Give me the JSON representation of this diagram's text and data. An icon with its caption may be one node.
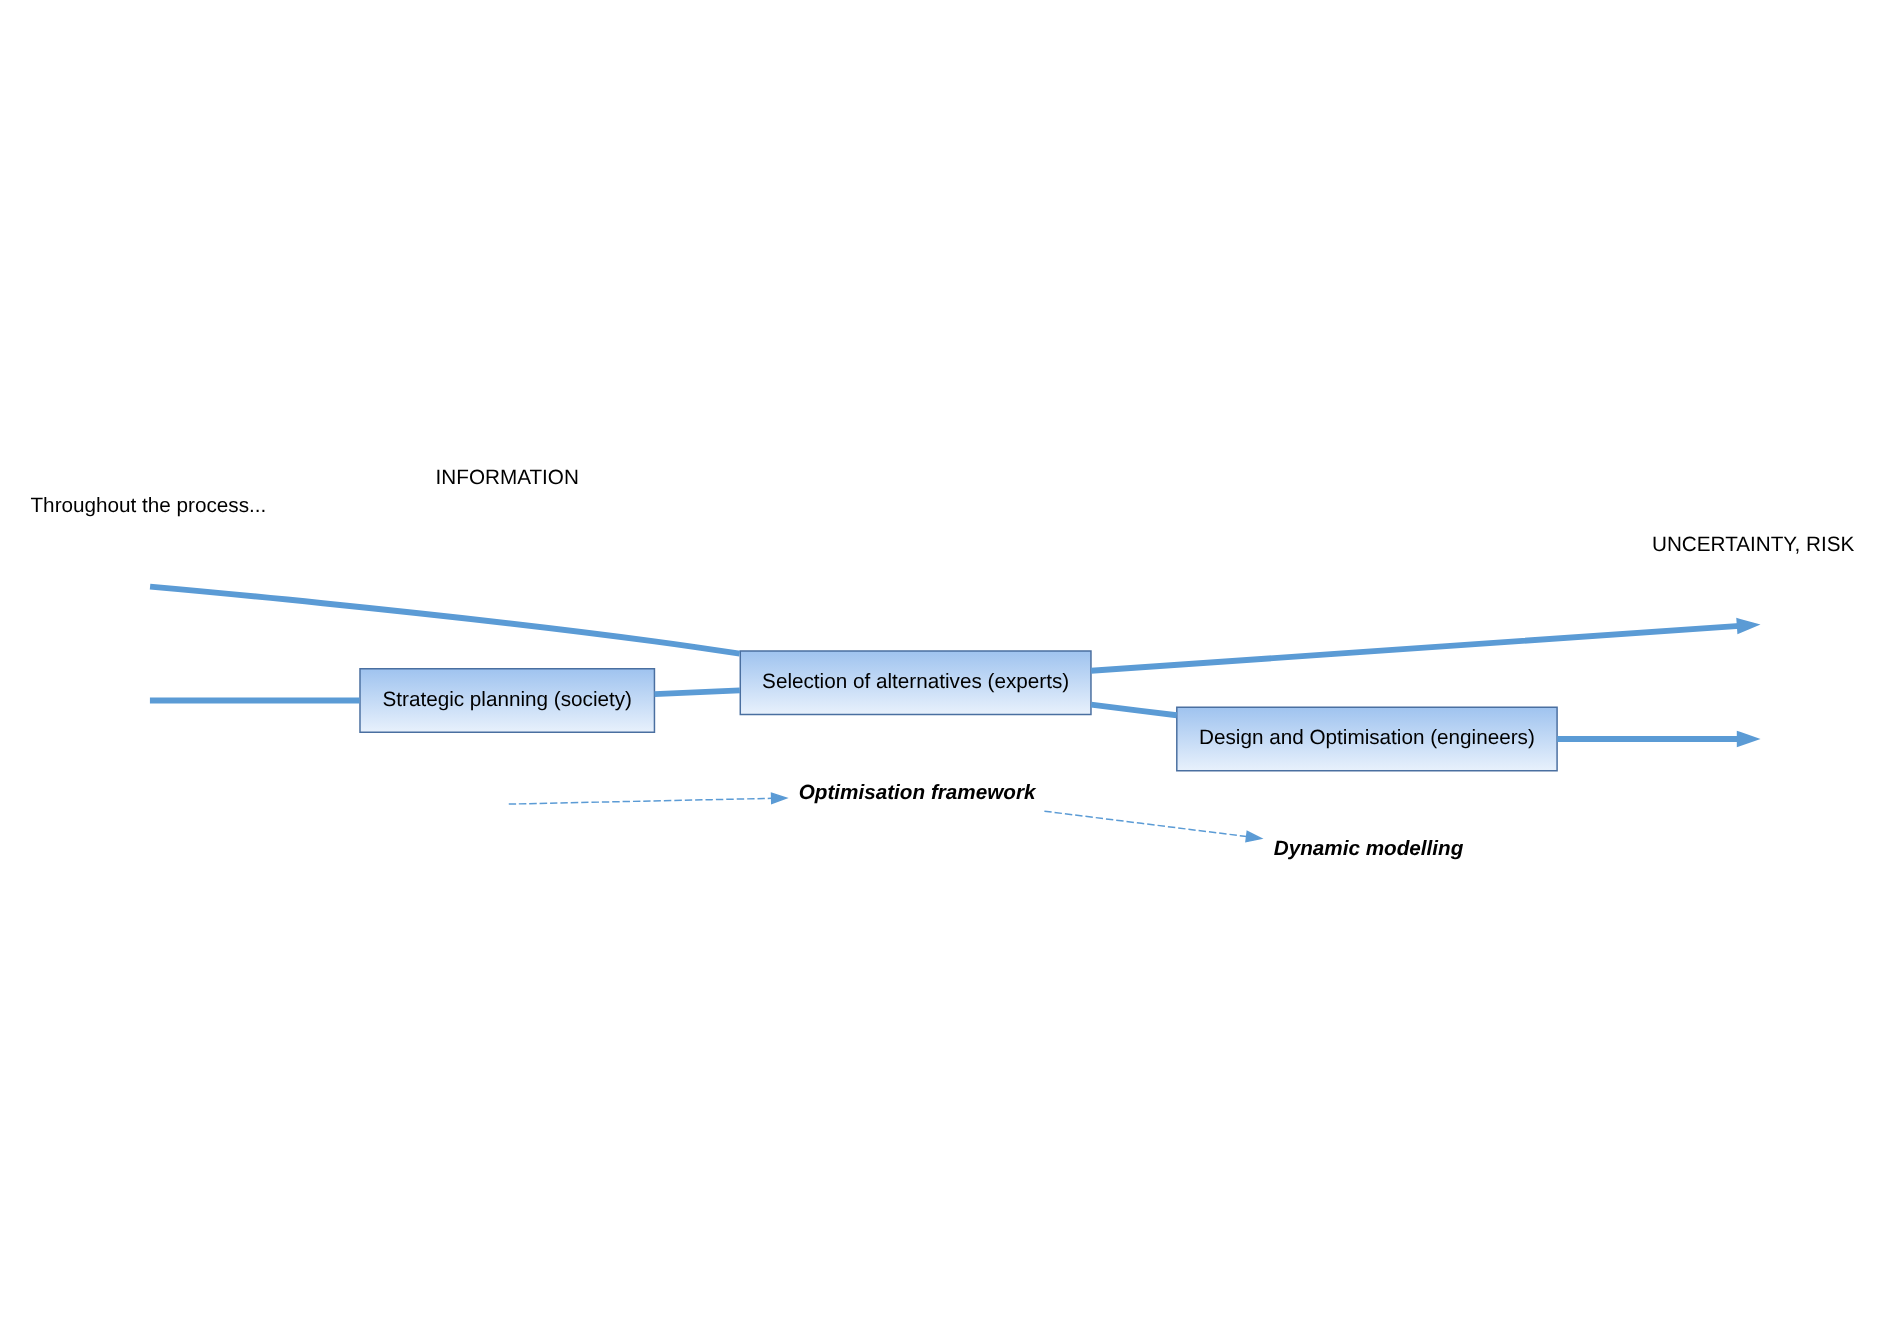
{
  "diagram": {
    "nodes": [
      {
        "text": [
          "Strategic planning (society)"
        ]
      },
      {
        "text": [
          "Selection of alternatives (experts)"
        ]
      },
      {
        "text": [
          "Design and Optimisation (engineers)"
        ]
      },
      {
        "text": [
          "Optimisation framework"
        ]
      },
      {
        "text": [
          "Dynamic modelling"
        ]
      }
    ],
    "edges": [
      {
        "from": null,
        "to": 0,
        "arrow": "none"
      },
      {
        "from": 0,
        "to": 1,
        "arrow": "none"
      },
      {
        "from": 1,
        "to": 2,
        "arrow": "none"
      },
      {
        "from": 2,
        "to": null,
        "arrow": "to"
      },
      {
        "from": 1,
        "to": null,
        "arrow": "to"
      },
      {
        "from": null,
        "to": 1,
        "arrow": "none"
      },
      {
        "from": null,
        "to": 3,
        "arrow": "to",
        "style": "dashed"
      },
      {
        "from": 3,
        "to": 4,
        "arrow": "to",
        "style": "dashed"
      }
    ],
    "labels": [
      "UNCERTAINTY, RISK",
      "INFORMATION",
      "Throughout the process..."
    ]
  }
}
